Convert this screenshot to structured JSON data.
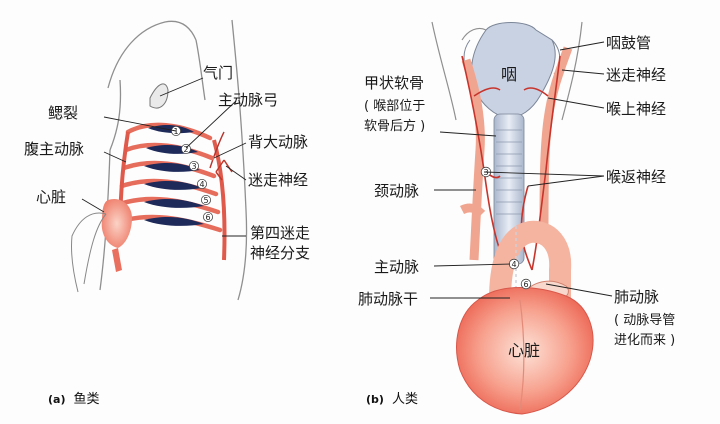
{
  "panel_a": {
    "caption_letter": "(a)",
    "caption_text": "鱼类",
    "labels": {
      "gill_slit": "鳃裂",
      "ventral_aorta": "腹主动脉",
      "heart": "心脏",
      "spiracle": "气门",
      "aortic_arch": "主动脉弓",
      "dorsal_aorta": "背大动脉",
      "vagus": "迷走神经",
      "fourth_vagus_line1": "第四迷走",
      "fourth_vagus_line2": "神经分支"
    },
    "arch_numbers": [
      "①",
      "②",
      "③",
      "④",
      "⑤",
      "⑥"
    ]
  },
  "panel_b": {
    "caption_letter": "(b)",
    "caption_text": "人类",
    "labels": {
      "thyroid_line1": "甲状软骨",
      "thyroid_line2": "( 喉部位于",
      "thyroid_line3": "软骨后方 )",
      "carotid": "颈动脉",
      "aorta": "主动脉",
      "pulmonary_trunk": "肺动脉干",
      "pharyngotympanic": "咽鼓管",
      "vagus": "迷走神经",
      "superior_laryngeal": "喉上神经",
      "recurrent_laryngeal": "喉返神经",
      "pulmonary_artery": "肺动脉",
      "pa_note_line1": "( 动脉导管",
      "pa_note_line2": "进化而来 )",
      "pharynx": "咽",
      "heart": "心脏"
    },
    "arch_numbers": [
      "③",
      "④",
      "⑥"
    ]
  },
  "colors": {
    "artery": "#e0554a",
    "artery_light": "#f2a08c",
    "gill": "#1e2a5a",
    "pharynx": "#b9c3d6",
    "heart": "#f06a5a"
  }
}
